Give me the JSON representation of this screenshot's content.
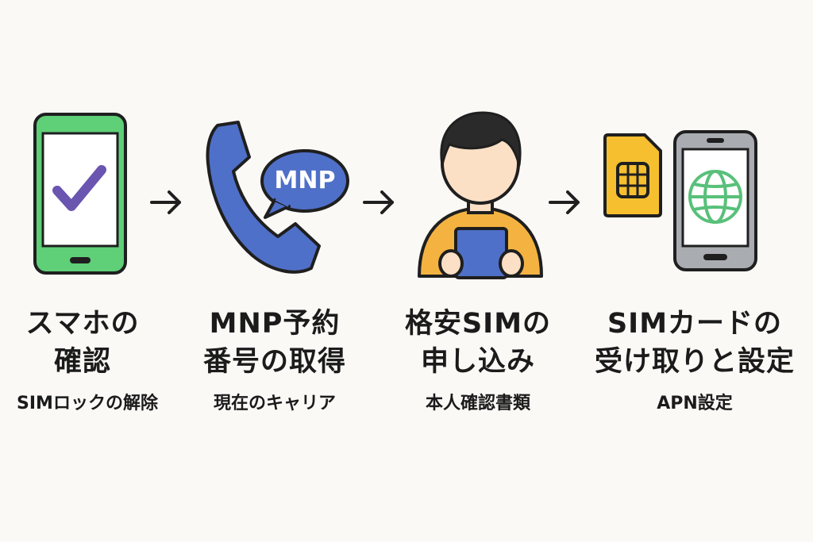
{
  "steps": [
    {
      "title_lines": [
        "スマホの",
        "確認"
      ],
      "subtitle": "SIMロックの解除",
      "icon": "phone-check-icon"
    },
    {
      "title_lines": [
        "MNP予約",
        "番号の取得"
      ],
      "subtitle": "現在のキャリア",
      "icon": "phone-handset-icon",
      "bubble_label": "MNP"
    },
    {
      "title_lines": [
        "格安SIMの",
        "申し込み"
      ],
      "subtitle": "本人確認書類",
      "icon": "person-tablet-icon"
    },
    {
      "title_lines": [
        "SIMカードの",
        "受け取りと設定"
      ],
      "subtitle": "APN設定",
      "icon": "sim-card-icon"
    }
  ],
  "colors": {
    "green": "#5fcf78",
    "purple": "#6a55b0",
    "blue": "#4f70c8",
    "orange": "#f4b341",
    "sim_yellow": "#f5bf2f",
    "gray": "#a9adb2",
    "globe_green": "#58c07a",
    "outline": "#1f1f1f",
    "skin": "#fbe0c6"
  }
}
